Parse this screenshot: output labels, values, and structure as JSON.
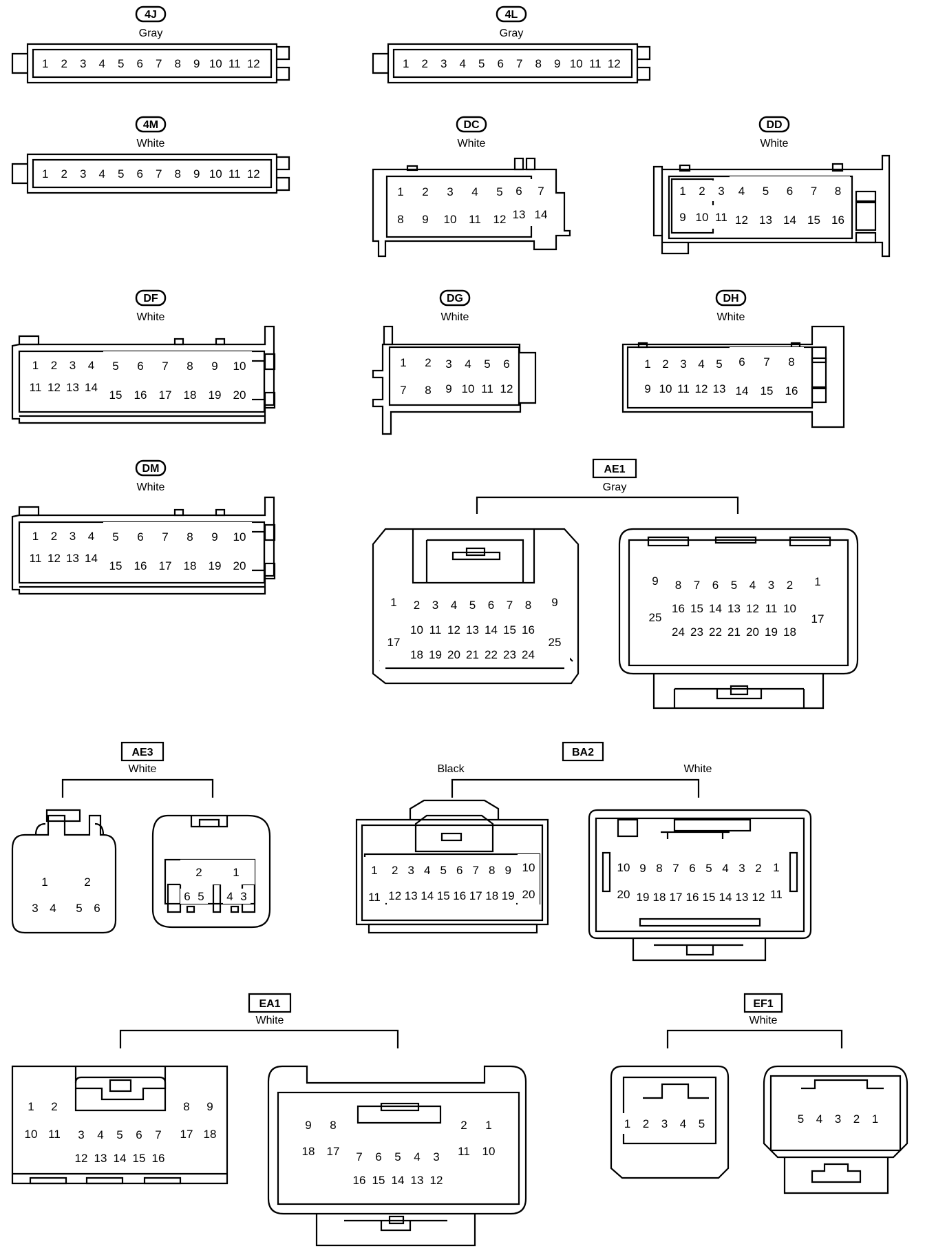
{
  "connectors": [
    {
      "id": "4J",
      "color": "Gray",
      "pins": [
        "1",
        "2",
        "3",
        "4",
        "5",
        "6",
        "7",
        "8",
        "9",
        "10",
        "11",
        "12"
      ]
    },
    {
      "id": "4L",
      "color": "Gray",
      "pins": [
        "1",
        "2",
        "3",
        "4",
        "5",
        "6",
        "7",
        "8",
        "9",
        "10",
        "11",
        "12"
      ]
    },
    {
      "id": "4M",
      "color": "White",
      "pins": [
        "1",
        "2",
        "3",
        "4",
        "5",
        "6",
        "7",
        "8",
        "9",
        "10",
        "11",
        "12"
      ]
    },
    {
      "id": "DC",
      "color": "White",
      "pins": [
        "1",
        "2",
        "3",
        "4",
        "5",
        "6",
        "7",
        "8",
        "9",
        "10",
        "11",
        "12",
        "13",
        "14"
      ]
    },
    {
      "id": "DD",
      "color": "White",
      "pins": [
        "1",
        "2",
        "3",
        "4",
        "5",
        "6",
        "7",
        "8",
        "9",
        "10",
        "11",
        "12",
        "13",
        "14",
        "15",
        "16"
      ]
    },
    {
      "id": "DF",
      "color": "White",
      "pins": [
        "1",
        "2",
        "3",
        "4",
        "5",
        "6",
        "7",
        "8",
        "9",
        "10",
        "11",
        "12",
        "13",
        "14",
        "15",
        "16",
        "17",
        "18",
        "19",
        "20"
      ]
    },
    {
      "id": "DG",
      "color": "White",
      "pins": [
        "1",
        "2",
        "3",
        "4",
        "5",
        "6",
        "7",
        "8",
        "9",
        "10",
        "11",
        "12"
      ]
    },
    {
      "id": "DH",
      "color": "White",
      "pins": [
        "1",
        "2",
        "3",
        "4",
        "5",
        "6",
        "7",
        "8",
        "9",
        "10",
        "11",
        "12",
        "13",
        "14",
        "15",
        "16"
      ]
    },
    {
      "id": "DM",
      "color": "White",
      "pins": [
        "1",
        "2",
        "3",
        "4",
        "5",
        "6",
        "7",
        "8",
        "9",
        "10",
        "11",
        "12",
        "13",
        "14",
        "15",
        "16",
        "17",
        "18",
        "19",
        "20"
      ]
    },
    {
      "id": "AE1",
      "color": "Gray",
      "pins": [
        "1",
        "2",
        "3",
        "4",
        "5",
        "6",
        "7",
        "8",
        "9",
        "10",
        "11",
        "12",
        "13",
        "14",
        "15",
        "16",
        "17",
        "18",
        "19",
        "20",
        "21",
        "22",
        "23",
        "24",
        "25"
      ]
    },
    {
      "id": "AE3",
      "color": "White",
      "pins": [
        "1",
        "2",
        "3",
        "4",
        "5",
        "6"
      ]
    },
    {
      "id": "BA2",
      "color_left": "Black",
      "color_right": "White",
      "pins": [
        "1",
        "2",
        "3",
        "4",
        "5",
        "6",
        "7",
        "8",
        "9",
        "10",
        "11",
        "12",
        "13",
        "14",
        "15",
        "16",
        "17",
        "18",
        "19",
        "20"
      ]
    },
    {
      "id": "EA1",
      "color": "White",
      "pins": [
        "1",
        "2",
        "3",
        "4",
        "5",
        "6",
        "7",
        "8",
        "9",
        "10",
        "11",
        "12",
        "13",
        "14",
        "15",
        "16",
        "17",
        "18"
      ]
    },
    {
      "id": "EF1",
      "color": "White",
      "pins": [
        "1",
        "2",
        "3",
        "4",
        "5"
      ]
    }
  ]
}
